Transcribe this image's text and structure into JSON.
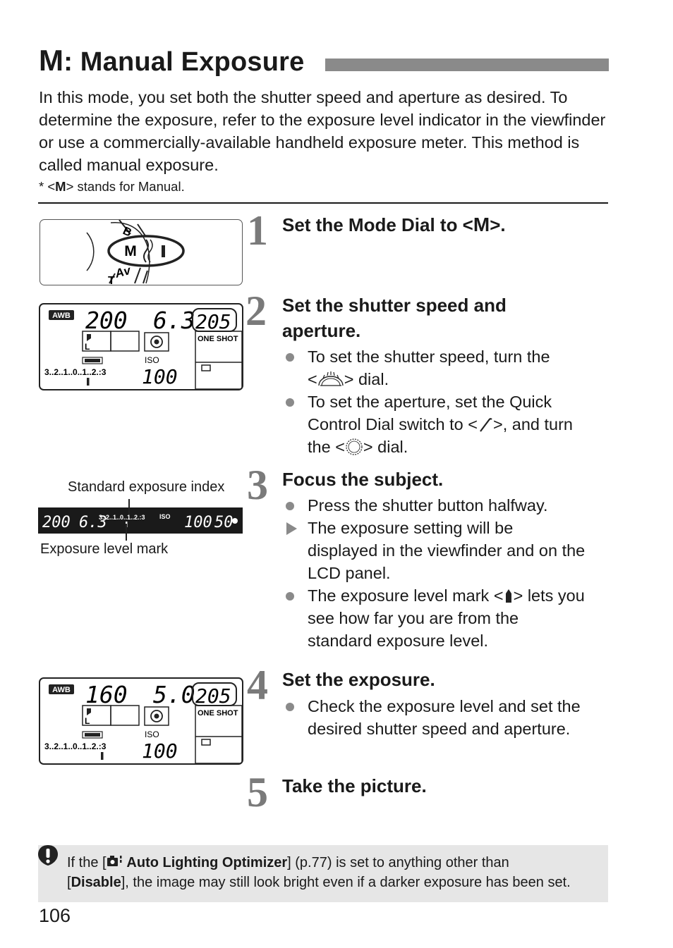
{
  "header": {
    "title_glyph": "M",
    "title_text": ": Manual Exposure"
  },
  "intro": {
    "paragraph": "In this mode, you set both the shutter speed and aperture as desired. To determine the exposure, refer to the exposure level indicator in the viewfinder or use a commercially-available handheld exposure meter. This method is called manual exposure.",
    "footnote_prefix": "* <",
    "footnote_glyph": "M",
    "footnote_suffix": "> stands for Manual."
  },
  "steps": [
    {
      "num": "1",
      "title_prefix": "Set the Mode Dial to <",
      "title_glyph": "M",
      "title_suffix": ">."
    },
    {
      "num": "2",
      "title": "Set the shutter speed and aperture.",
      "bullet1_a": "To set the shutter speed, turn the",
      "bullet1_b": "<",
      "bullet1_c": "> dial.",
      "bullet2_a": "To set the aperture, set the Quick",
      "bullet2_b": "Control Dial switch to <",
      "bullet2_c": ">, and turn",
      "bullet2_d": "the <",
      "bullet2_e": "> dial."
    },
    {
      "num": "3",
      "title": "Focus the subject.",
      "bullet1": "Press the shutter button halfway.",
      "bullet2_a": "The exposure setting will be",
      "bullet2_b": "displayed in the viewfinder and on the",
      "bullet2_c": "LCD panel.",
      "bullet3_a": "The exposure level mark <",
      "bullet3_b": "> lets you",
      "bullet3_c": "see how far you are from the",
      "bullet3_d": "standard exposure level."
    },
    {
      "num": "4",
      "title": "Set the exposure.",
      "bullet1_a": "Check the exposure level and set the",
      "bullet1_b": "desired shutter speed and aperture."
    },
    {
      "num": "5",
      "title": "Take the picture."
    }
  ],
  "mode_dial": {
    "selected": "M",
    "mark_av": "Av",
    "mark_b": "B",
    "mark_tv": "T"
  },
  "lcd1": {
    "wb": "AWB",
    "shutter": "200",
    "aperture": "6.3",
    "shots": "205",
    "af_mode": "ONE SHOT",
    "iso_label": "ISO",
    "iso": "100",
    "quality": "L",
    "scale": "3..2..1..0..1..2.:3"
  },
  "lcd2": {
    "wb": "AWB",
    "shutter": "160",
    "aperture": "5.0",
    "shots": "205",
    "af_mode": "ONE SHOT",
    "iso_label": "ISO",
    "iso": "100",
    "quality": "L",
    "scale": "3..2..1..0..1..2.:3"
  },
  "viewfinder": {
    "label_top": "Standard exposure index",
    "label_bottom": "Exposure level mark",
    "shutter": "200",
    "aperture": "6.3",
    "scale": "3..2..1..0..1..2.:3",
    "iso_label": "ISO",
    "iso": "100",
    "shots": "50"
  },
  "caution": {
    "text_a": "If the [",
    "bold_a": " Auto Lighting Optimizer",
    "text_b": "] (p.77) is set to anything other than",
    "text_c": "[",
    "bold_b": "Disable",
    "text_d": "], the image may still look bright even if a darker exposure has been set."
  },
  "footer": {
    "page_number": "106"
  }
}
